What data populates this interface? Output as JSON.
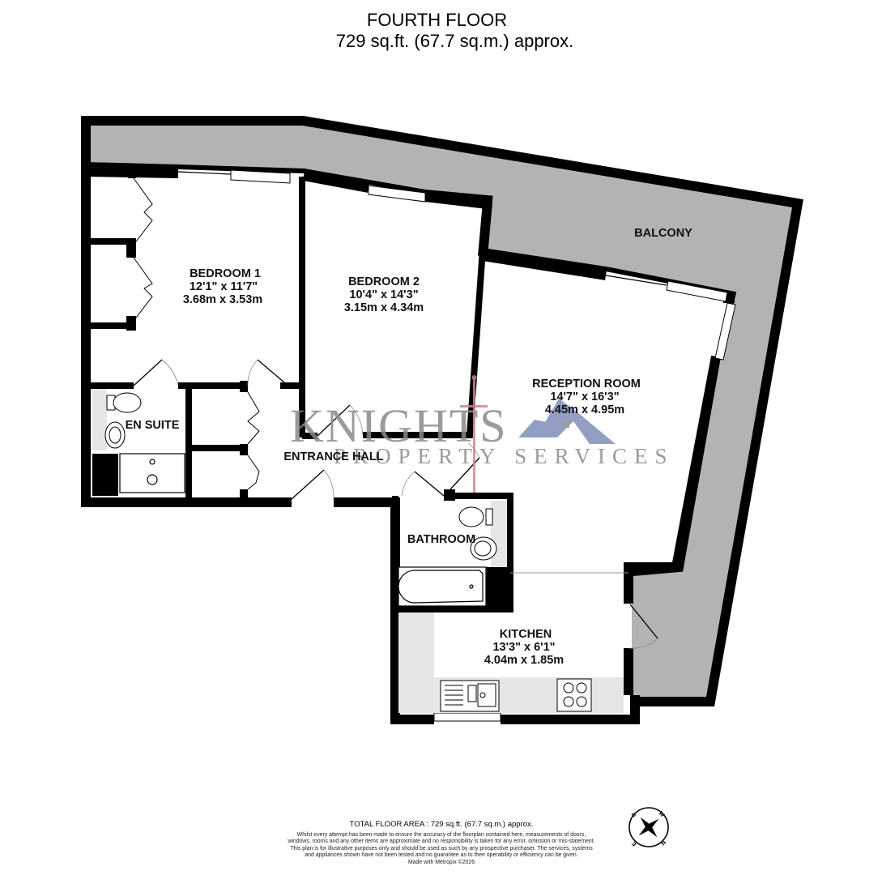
{
  "header": {
    "floor_name": "FOURTH FLOOR",
    "floor_area": "729 sq.ft. (67.7 sq.m.) approx."
  },
  "rooms": {
    "balcony": {
      "name": "BALCONY"
    },
    "bedroom1": {
      "name": "BEDROOM 1",
      "imperial": "12'1\"  x 11'7\"",
      "metric": "3.68m  x 3.53m"
    },
    "bedroom2": {
      "name": "BEDROOM 2",
      "imperial": "10'4\"  x 14'3\"",
      "metric": "3.15m  x 4.34m"
    },
    "reception": {
      "name": "RECEPTION ROOM",
      "imperial": "14'7\"  x 16'3\"",
      "metric": "4.45m  x 4.95m"
    },
    "ensuite": {
      "name": "EN SUITE"
    },
    "entrance_hall": {
      "name": "ENTRANCE HALL"
    },
    "bathroom": {
      "name": "BATHROOM"
    },
    "kitchen": {
      "name": "KITCHEN",
      "imperial": "13'3\"  x 6'1\"",
      "metric": "4.04m  x 1.85m"
    }
  },
  "watermark": {
    "brand_line1": "KNIGHTS",
    "brand_line2": "PROPERTY SERVICES",
    "colors": {
      "text": "#8a8a8a",
      "sword": "#c98a8a",
      "roof": "#7f8fb8"
    }
  },
  "compass": {
    "labels": [
      "S",
      "W",
      "N",
      "E"
    ]
  },
  "footer": {
    "total_area": "TOTAL FLOOR AREA : 729 sq.ft. (67.7 sq.m.) approx.",
    "disclaimer": "Whilst every attempt has been made to ensure the accuracy of the floorplan contained here, measurements of doors, windows, rooms and any other items are approximate and no responsibility is taken for any error, omission or mis-statement. This plan is for illustrative purposes only and should be used as such by any prospective purchaser. The services, systems and appliances shown have not been tested and no guarantee as to their operability or efficiency can be given.",
    "made_with": "Made with Metropix ©2026"
  },
  "colors": {
    "wall": "#000000",
    "balcony_fill": "#b3b3b3",
    "fixture_fill": "#e6e6e6",
    "background": "#ffffff"
  }
}
